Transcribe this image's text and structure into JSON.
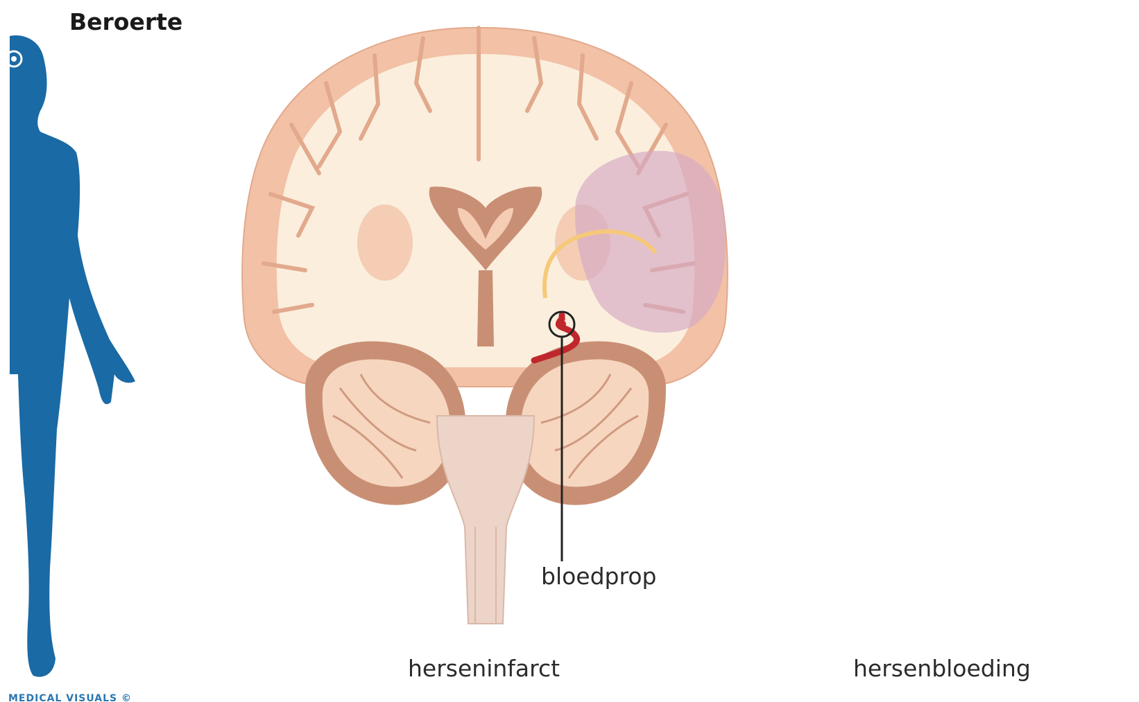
{
  "title": "Beroerte",
  "labels": {
    "clot": "bloedprop",
    "infarct": "herseninfarct",
    "hemorrhage": "hersenbloeding"
  },
  "credit": "MEDICAL VISUALS ©",
  "colors": {
    "silhouette": "#1a6aa5",
    "brain_tissue": "#f9e7d2",
    "cortex": "#f2c1a6",
    "deep_structures": "#c98f74",
    "cerebellum_folia": "#b97a60",
    "affected_area": "#d4a9c4",
    "artery": "#c0272d",
    "hemorrhage": "#c0272d"
  },
  "icons": {
    "location_marker": "target-icon"
  }
}
